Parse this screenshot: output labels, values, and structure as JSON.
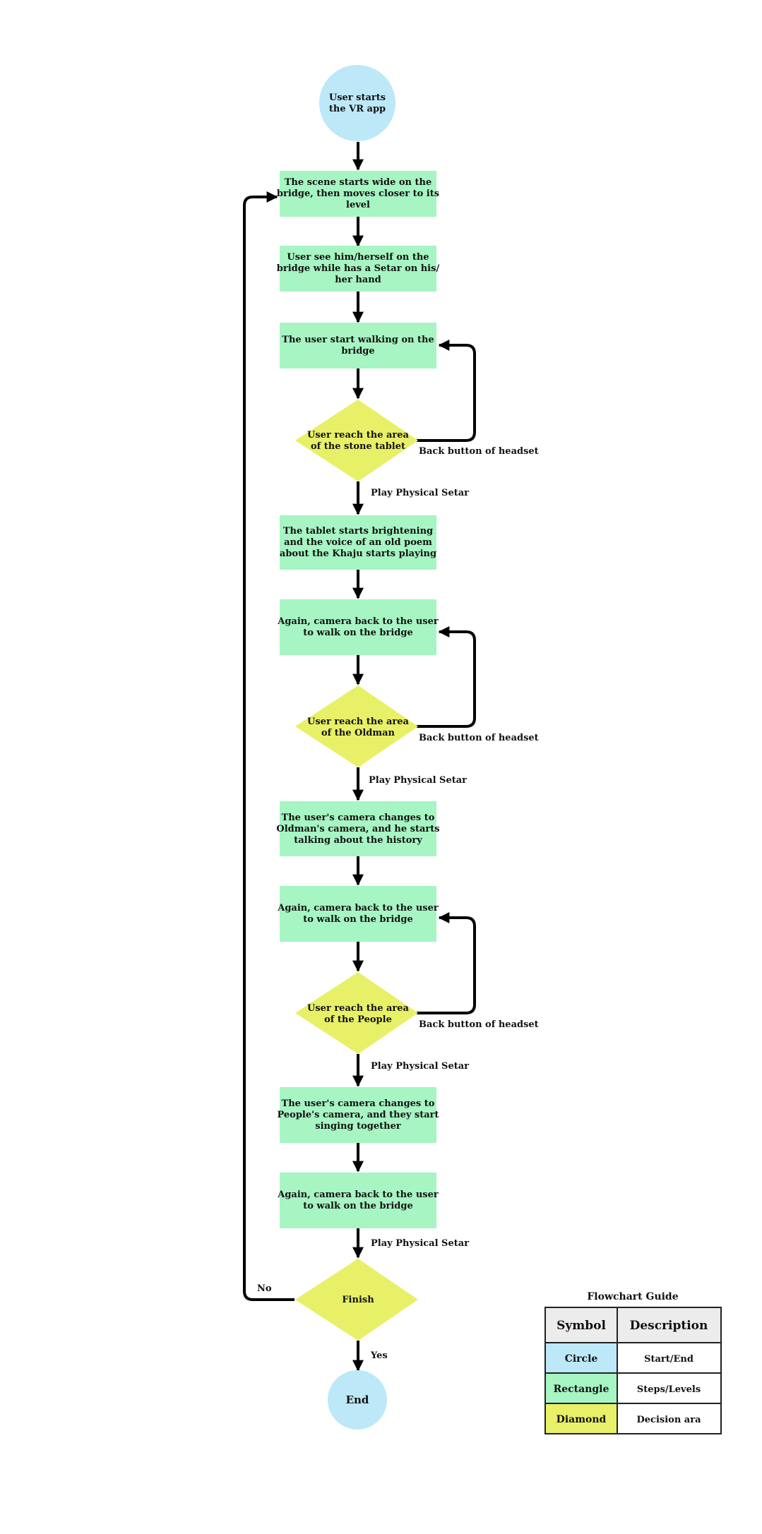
{
  "colors": {
    "circle": "#bde8f8",
    "rectangle": "#a6f5c3",
    "diamond": "#e8f068",
    "arrow": "#000000",
    "legend_header": "#ececec"
  },
  "nodes": {
    "start": "User starts\nthe VR app",
    "scene_start": "The scene starts wide on the\nbridge, then moves closer to its\nlevel",
    "see_self": "User see him/herself on the\nbridge while has a Setar on his/\nher hand",
    "start_walking": "The user start walking on the\nbridge",
    "reach_tablet": "User reach the area\nof the stone tablet",
    "tablet_brightening": "The tablet starts brightening\nand the voice of an old poem\nabout the Khaju starts playing",
    "again_walk_1": "Again, camera back to the user\nto walk on the bridge",
    "reach_oldman": "User reach the area\nof the Oldman",
    "oldman_camera": "The user's camera changes to\nOldman's camera, and he starts\ntalking about the history",
    "again_walk_2": "Again, camera back to the user\nto walk on the bridge",
    "reach_people": "User reach the area\nof the People",
    "people_camera": "The user's camera changes to\nPeople's camera, and they start\nsinging together",
    "again_walk_3": "Again, camera back to the user\nto walk on the bridge",
    "finish": "Finish",
    "end": "End"
  },
  "edge_labels": {
    "back_1": "Back button of headset",
    "play_1": "Play Physical Setar",
    "back_2": "Back button of headset",
    "play_2": "Play Physical Setar",
    "back_3": "Back button of headset",
    "play_3": "Play Physical Setar",
    "play_4": "Play Physical Setar",
    "no": "No",
    "yes": "Yes"
  },
  "legend": {
    "title": "Flowchart Guide",
    "header_symbol": "Symbol",
    "header_description": "Description",
    "rows": [
      {
        "symbol": "Circle",
        "description": "Start/End"
      },
      {
        "symbol": "Rectangle",
        "description": "Steps/Levels"
      },
      {
        "symbol": "Diamond",
        "description": "Decision ara"
      }
    ]
  }
}
